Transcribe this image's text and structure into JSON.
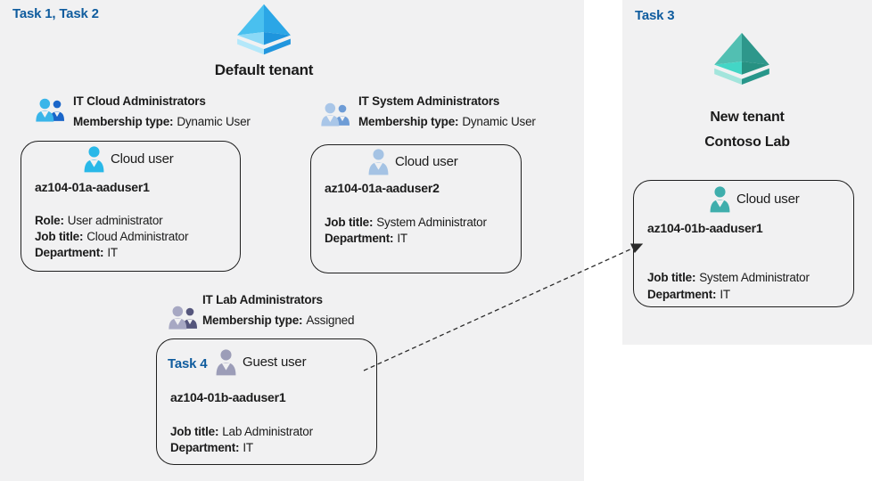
{
  "colors": {
    "panel-bg": "#f1f1f2",
    "task-blue": "#0f5c9e",
    "ink": "#1b1b1b",
    "card-border": "#1f1f1f",
    "arrow": "#2b2b2b",
    "group1-front": "#3ab5e9",
    "group1-back": "#1b66c9",
    "group2-front": "#a9c6e8",
    "group2-back": "#6e9cd6",
    "group3-front": "#a7a8c3",
    "group3-back": "#55567c",
    "user-cyan": "#29b8e8",
    "user-steel": "#a5c3e4",
    "user-gray": "#9c9db8",
    "user-teal": "#3faeac",
    "aad-blue-tl": "#49c0ef",
    "aad-blue-tr": "#2ba6e6",
    "aad-blue-bl": "#8ad9f7",
    "aad-blue-br": "#1e95dd",
    "aad-blue-band-l": "#b4e8fa",
    "aad-blue-band-r": "#2196de",
    "aad-teal-tl": "#52bfb2",
    "aad-teal-tr": "#2e978b",
    "aad-teal-bl": "#43d6c6",
    "aad-teal-br": "#279182",
    "aad-teal-band-l": "#a3e5dc",
    "aad-teal-band-r": "#27968a"
  },
  "left_region": {
    "task_label": "Task 1, Task 2",
    "tenant_name": "Default tenant",
    "tenant_icon": "azure-ad-diamond-blue"
  },
  "right_region": {
    "task_label": "Task 3",
    "tenant_name_line1": "New tenant",
    "tenant_name_line2": "Contoso Lab",
    "tenant_icon": "azure-ad-diamond-teal"
  },
  "groups": [
    {
      "name": "IT Cloud Administrators",
      "membership_label": "Membership type:",
      "membership_value": "Dynamic User",
      "icon": "group-people-blue"
    },
    {
      "name": "IT System Administrators",
      "membership_label": "Membership type:",
      "membership_value": "Dynamic User",
      "icon": "group-people-steel"
    },
    {
      "name": "IT Lab Administrators",
      "membership_label": "Membership type:",
      "membership_value": "Assigned",
      "icon": "group-people-gray"
    }
  ],
  "cards": [
    {
      "user_type": "Cloud user",
      "name": "az104-01a-aaduser1",
      "icon": "user-person-cyan",
      "fields": [
        {
          "label": "Role:",
          "value": "User administrator"
        },
        {
          "label": "Job title:",
          "value": "Cloud Administrator"
        },
        {
          "label": "Department:",
          "value": "IT"
        }
      ]
    },
    {
      "user_type": "Cloud user",
      "name": "az104-01a-aaduser2",
      "icon": "user-person-steel",
      "fields": [
        {
          "label": "Job title:",
          "value": "System Administrator"
        },
        {
          "label": "Department:",
          "value": "IT"
        }
      ]
    },
    {
      "task_label": "Task 4",
      "user_type": "Guest user",
      "name": "az104-01b-aaduser1",
      "icon": "user-person-gray",
      "fields": [
        {
          "label": "Job title:",
          "value": "Lab Administrator"
        },
        {
          "label": "Department:",
          "value": "IT"
        }
      ]
    },
    {
      "user_type": "Cloud user",
      "name": "az104-01b-aaduser1",
      "icon": "user-person-teal",
      "fields": [
        {
          "label": "Job title:",
          "value": "System Administrator"
        },
        {
          "label": "Department:",
          "value": "IT"
        }
      ]
    }
  ],
  "arrow": {
    "style": "dashed",
    "from": "guest-user-card",
    "to": "new-tenant-cloud-user-card"
  }
}
